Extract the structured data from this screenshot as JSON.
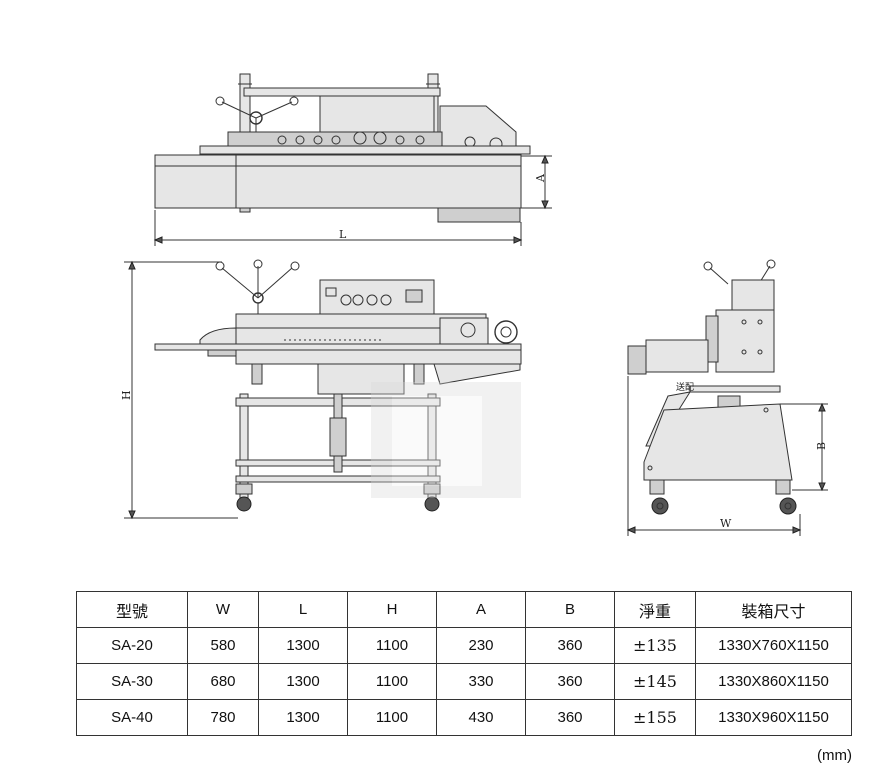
{
  "dimension_labels": {
    "A": "A",
    "L": "L",
    "H": "H",
    "B": "B",
    "W": "W"
  },
  "side_label": "送配",
  "table": {
    "headers": [
      "型號",
      "W",
      "L",
      "H",
      "A",
      "B",
      "淨重",
      "裝箱尺寸"
    ],
    "rows": [
      [
        "SA-20",
        "580",
        "1300",
        "1100",
        "230",
        "360",
        "±135",
        "1330X760X1150"
      ],
      [
        "SA-30",
        "680",
        "1300",
        "1100",
        "330",
        "360",
        "±145",
        "1330X860X1150"
      ],
      [
        "SA-40",
        "780",
        "1300",
        "1100",
        "430",
        "360",
        "±155",
        "1330X960X1150"
      ]
    ]
  },
  "unit_note": "(mm)"
}
